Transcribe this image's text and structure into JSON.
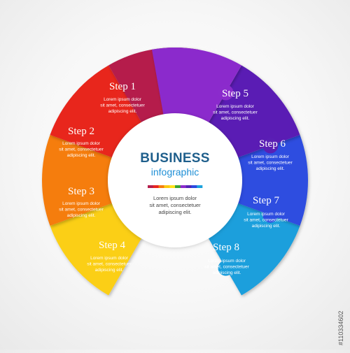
{
  "center": {
    "title": "BUSINESS",
    "subtitle": "infographic",
    "body_lines": [
      "Lorem ipsum dolor",
      "sit amet, consectetuer",
      "adipiscing elit."
    ]
  },
  "palette_colors": [
    "#b51f4c",
    "#e8261f",
    "#f57d0f",
    "#fbc912",
    "#ffe21a",
    "#3aa334",
    "#8b2bcc",
    "#5224b5",
    "#2b49e0",
    "#1da2dd"
  ],
  "steps": [
    {
      "label": "Step 1",
      "color": "#b51f4c",
      "desc": [
        "Lorem ipsum dolor",
        "sit amet, consectetuer",
        "adipiscing elit."
      ]
    },
    {
      "label": "Step 2",
      "color": "#e8261f",
      "desc": [
        "Lorem ipsum dolor",
        "sit amet, consectetuer",
        "adipiscing elit."
      ]
    },
    {
      "label": "Step 3",
      "color": "#f57d0f",
      "desc": [
        "Lorem ipsum dolor",
        "sit amet, consectetuer",
        "adipiscing elit."
      ]
    },
    {
      "label": "Step 4",
      "color": "#fbcf14",
      "desc": [
        "Lorem ipsum dolor",
        "sit amet, consectetuer",
        "adipiscing elit."
      ]
    },
    {
      "label": "Step 5",
      "color": "#8b2bcc",
      "desc": [
        "Lorem ipsum dolor",
        "sit amet, consectetuer",
        "adipiscing elit."
      ]
    },
    {
      "label": "Step 6",
      "color": "#5a1fb4",
      "desc": [
        "Lorem ipsum dolor",
        "sit amet, consectetuer",
        "adipiscing elit."
      ]
    },
    {
      "label": "Step 7",
      "color": "#2d4de0",
      "desc": [
        "Lorem ipsum dolor",
        "sit amet, consectetuer",
        "adipiscing elit."
      ]
    },
    {
      "label": "Step 8",
      "color": "#1c9fdc",
      "desc": [
        "Lorem ipsum dolor",
        "sit amet, consectetuer",
        "adipiscing elit."
      ]
    }
  ],
  "watermark": "#110334602"
}
